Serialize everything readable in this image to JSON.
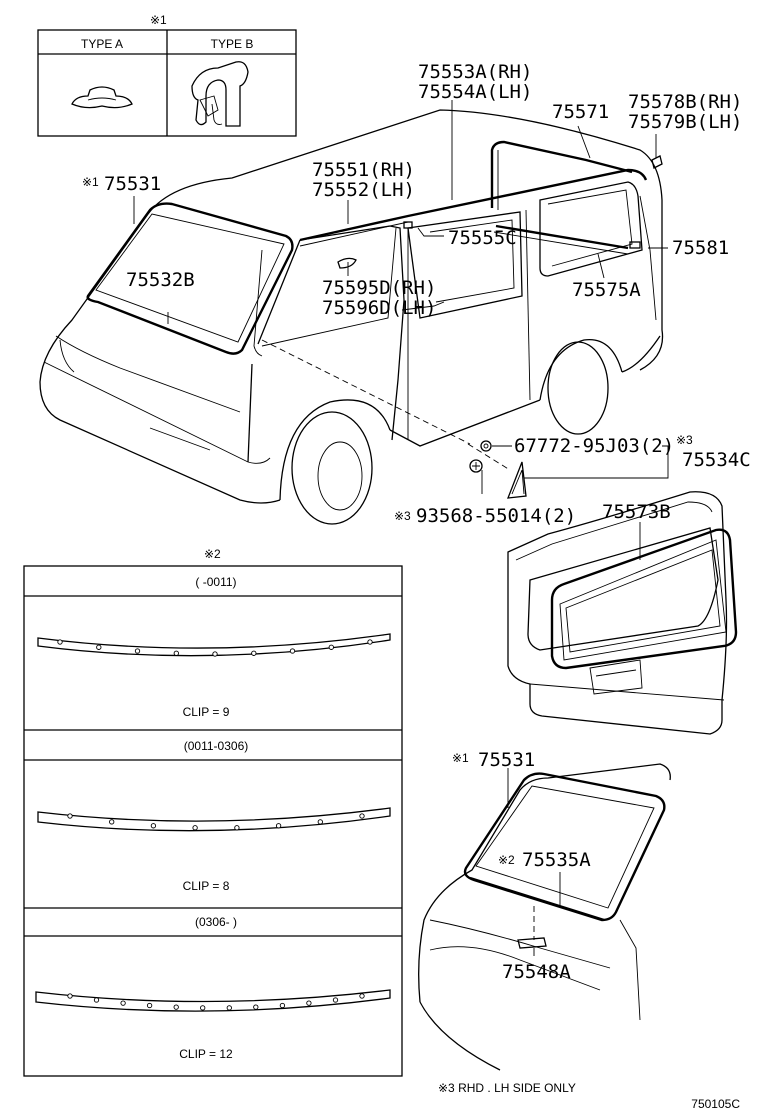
{
  "note_marks": {
    "ref1": "※1",
    "ref2": "※2",
    "ref3": "※3"
  },
  "type_box": {
    "col_a": "TYPE A",
    "col_b": "TYPE B"
  },
  "parts": {
    "p75531_top": "75531",
    "p75532B": "75532B",
    "p75551": "75551(RH)",
    "p75552": "75552(LH)",
    "p75553A": "75553A(RH)",
    "p75554A": "75554A(LH)",
    "p75571": "75571",
    "p75578B": "75578B(RH)",
    "p75579B": "75579B(LH)",
    "p75555C": "75555C",
    "p75581": "75581",
    "p75575A": "75575A",
    "p75595D": "75595D(RH)",
    "p75596D": "75596D(LH)",
    "p67772": "67772-95J03(2)",
    "p75534C": "75534C",
    "p93568": "93568-55014(2)",
    "p75573B": "75573B",
    "p75531_bottom": "75531",
    "p75535A": "75535A",
    "p75548A": "75548A"
  },
  "clip_table": {
    "rows": [
      {
        "period": "(      -0011)",
        "clips": "CLIP = 9",
        "count": 9
      },
      {
        "period": "(0011-0306)",
        "clips": "CLIP = 8",
        "count": 8
      },
      {
        "period": "(0306-      )",
        "clips": "CLIP = 12",
        "count": 12
      }
    ]
  },
  "footnote": "※3  RHD . LH SIDE ONLY",
  "diagram_code": "750105C"
}
